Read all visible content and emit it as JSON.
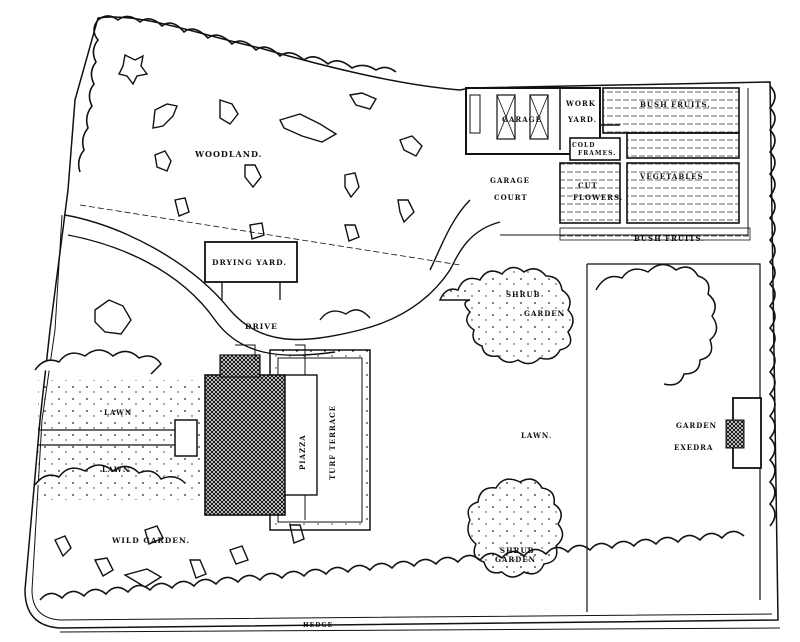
{
  "plan": {
    "type": "landscape site plan",
    "labels": {
      "woodland": "WOODLAND.",
      "drying_yard": "DRYING YARD.",
      "garage": "GARAGE",
      "work_yard_1": "WORK",
      "work_yard_2": "YARD.",
      "cold_frames_1": "COLD",
      "cold_frames_2": "FRAMES.",
      "bush_fruits_top": "BUSH FRUITS.",
      "bush_fruits_bottom": "BUSH FRUITS.",
      "vegetables": "VEGETABLES",
      "cut_flowers_1": "CUT",
      "cut_flowers_2": "FLOWERS.",
      "garage_court_1": "GARAGE",
      "garage_court_2": "COURT",
      "drive": "DRIVE",
      "piazza": "PIAZZA",
      "turf_terrace": "TURF TERRACE",
      "lawn_upper": "LAWN",
      "lawn_lower": "LAWN",
      "lawn_center": "LAWN.",
      "shrub_garden_top_1": "SHRUB",
      "shrub_garden_top_2": "GARDEN",
      "shrub_garden_bottom_1": "SHRUB",
      "shrub_garden_bottom_2": "GARDEN",
      "wild_garden": "WILD GARDEN.",
      "garden_exedra_1": "GARDEN",
      "garden_exedra_2": "EXEDRA",
      "hedge": "HEDGE"
    },
    "colors": {
      "ink": "#111111",
      "paper": "#ffffff"
    }
  }
}
